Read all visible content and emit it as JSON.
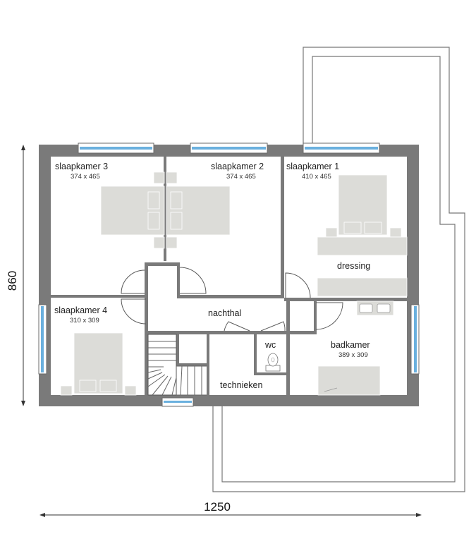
{
  "rooms": {
    "slaapkamer3": {
      "name": "slaapkamer 3",
      "dims": "374 x 465"
    },
    "slaapkamer2": {
      "name": "slaapkamer 2",
      "dims": "374 x 465"
    },
    "slaapkamer1": {
      "name": "slaapkamer 1",
      "dims": "410 x 465"
    },
    "slaapkamer4": {
      "name": "slaapkamer 4",
      "dims": "310 x 309"
    },
    "badkamer": {
      "name": "badkamer",
      "dims": "389 x 309"
    },
    "dressing": {
      "name": "dressing"
    },
    "nachthal": {
      "name": "nachthal"
    },
    "wc": {
      "name": "wc"
    },
    "technieken": {
      "name": "technieken"
    }
  },
  "dimensions": {
    "width": "1250",
    "depth": "860"
  },
  "colors": {
    "wall": "#7a7a7a",
    "furniture": "#dcdcd8",
    "glass": "#6ab0de"
  }
}
